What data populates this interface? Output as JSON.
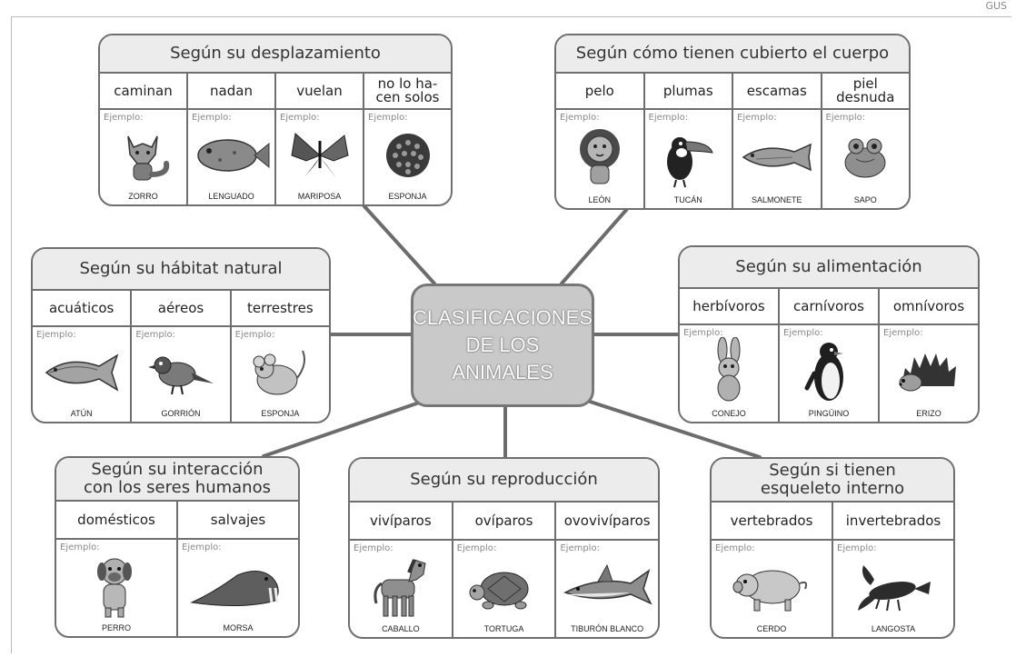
{
  "corner_text": "GUS",
  "center": {
    "lines": [
      "CLASIFICACIONES",
      "DE LOS",
      "ANIMALES"
    ]
  },
  "example_label": "Ejemplo:",
  "colors": {
    "box_border": "#6f6f6f",
    "header_fill": "#ececec",
    "center_fill": "#c9c9c9",
    "connector": "#6c6c6c"
  },
  "groups": [
    {
      "id": "desplazamiento",
      "title": [
        "Según su desplazamiento"
      ],
      "columns": [
        {
          "label": [
            "caminan"
          ],
          "example": "ZORRO",
          "icon": "fox-icon"
        },
        {
          "label": [
            "nadan"
          ],
          "example": "LENGUADO",
          "icon": "flatfish-icon"
        },
        {
          "label": [
            "vuelan"
          ],
          "example": "MARIPOSA",
          "icon": "butterfly-icon"
        },
        {
          "label": [
            "no lo ha-",
            "cen solos"
          ],
          "example": "ESPONJA",
          "icon": "sponge-icon"
        }
      ]
    },
    {
      "id": "cubierta",
      "title": [
        "Según cómo tienen cubierto el cuerpo"
      ],
      "columns": [
        {
          "label": [
            "pelo"
          ],
          "example": "LEÓN",
          "icon": "lion-icon"
        },
        {
          "label": [
            "plumas"
          ],
          "example": "TUCÁN",
          "icon": "toucan-icon"
        },
        {
          "label": [
            "escamas"
          ],
          "example": "SALMONETE",
          "icon": "fish-icon"
        },
        {
          "label": [
            "piel",
            "desnuda"
          ],
          "example": "SAPO",
          "icon": "toad-icon"
        }
      ]
    },
    {
      "id": "habitat",
      "title": [
        "Según su hábitat natural"
      ],
      "columns": [
        {
          "label": [
            "acuáticos"
          ],
          "example": "ATÚN",
          "icon": "tuna-icon"
        },
        {
          "label": [
            "aéreos"
          ],
          "example": "GORRIÓN",
          "icon": "sparrow-icon"
        },
        {
          "label": [
            "terrestres"
          ],
          "example": "ESPONJA",
          "icon": "mouse-icon"
        }
      ]
    },
    {
      "id": "alimentacion",
      "title": [
        "Según su alimentación"
      ],
      "columns": [
        {
          "label": [
            "herbívoros"
          ],
          "example": "CONEJO",
          "icon": "rabbit-icon"
        },
        {
          "label": [
            "carnívoros"
          ],
          "example": "PINGÜINO",
          "icon": "penguin-icon"
        },
        {
          "label": [
            "omnívoros"
          ],
          "example": "ERIZO",
          "icon": "hedgehog-icon"
        }
      ]
    },
    {
      "id": "interaccion",
      "title": [
        "Según su interacción",
        "con los seres humanos"
      ],
      "columns": [
        {
          "label": [
            "domésticos"
          ],
          "example": "PERRO",
          "icon": "dog-icon"
        },
        {
          "label": [
            "salvajes"
          ],
          "example": "MORSA",
          "icon": "walrus-icon"
        }
      ]
    },
    {
      "id": "reproduccion",
      "title": [
        "Según su reproducción"
      ],
      "columns": [
        {
          "label": [
            "vivíparos"
          ],
          "example": "CABALLO",
          "icon": "horse-icon"
        },
        {
          "label": [
            "ovíparos"
          ],
          "example": "TORTUGA",
          "icon": "turtle-icon"
        },
        {
          "label": [
            "ovovivíparos"
          ],
          "example": "TIBURÓN BLANCO",
          "icon": "shark-icon"
        }
      ]
    },
    {
      "id": "esqueleto",
      "title": [
        "Según si tienen",
        "esqueleto interno"
      ],
      "columns": [
        {
          "label": [
            "vertebrados"
          ],
          "example": "CERDO",
          "icon": "pig-icon"
        },
        {
          "label": [
            "invertebrados"
          ],
          "example": "LANGOSTA",
          "icon": "lobster-icon"
        }
      ]
    }
  ]
}
